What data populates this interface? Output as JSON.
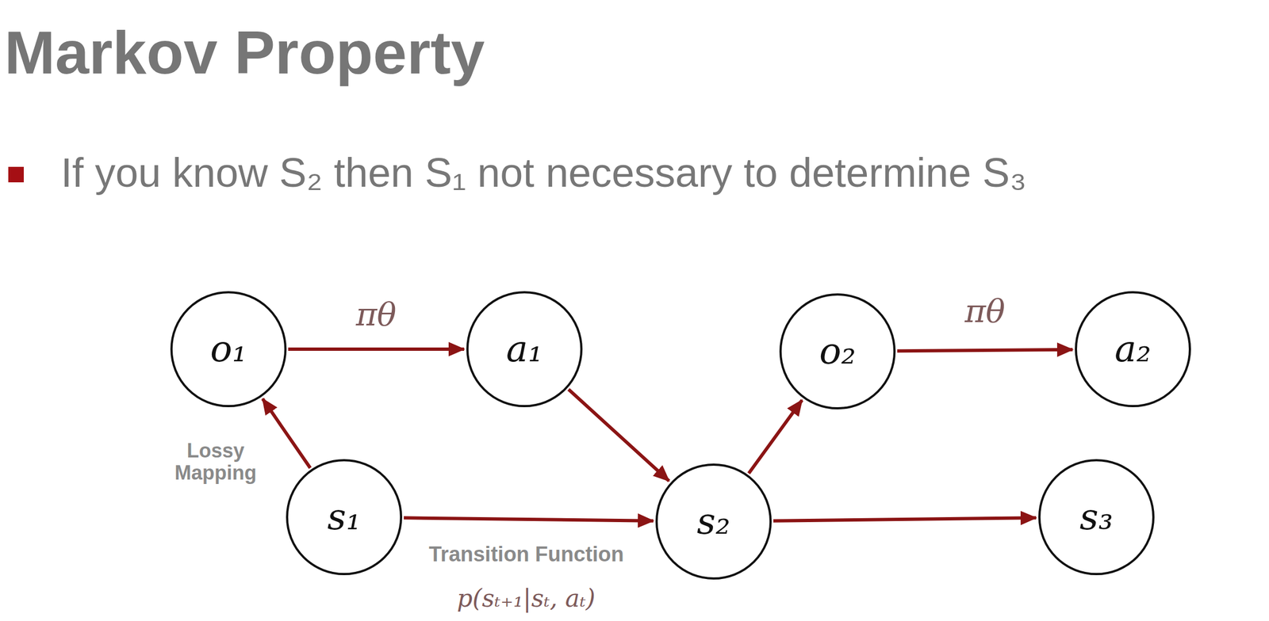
{
  "diagram": {
    "title": "Markov Property",
    "nodes": [
      {
        "text": [
          "o₁"
        ]
      },
      {
        "text": [
          "a₁"
        ]
      },
      {
        "text": [
          "o₂"
        ]
      },
      {
        "text": [
          "a₂"
        ]
      },
      {
        "text": [
          "s₁"
        ]
      },
      {
        "text": [
          "s₂"
        ]
      },
      {
        "text": [
          "s₃"
        ]
      }
    ],
    "edges": [
      {
        "from": 0,
        "to": 1,
        "arrow": "to",
        "label": "πθ"
      },
      {
        "from": 2,
        "to": 3,
        "arrow": "to",
        "label": "πθ"
      },
      {
        "from": 4,
        "to": 0,
        "arrow": "to",
        "label": "Lossy Mapping"
      },
      {
        "from": 1,
        "to": 5,
        "arrow": "to"
      },
      {
        "from": 4,
        "to": 5,
        "arrow": "to",
        "label": "Transition Function"
      },
      {
        "from": 5,
        "to": 2,
        "arrow": "to"
      },
      {
        "from": 5,
        "to": 6,
        "arrow": "to"
      }
    ],
    "labels": [
      "If you know S₂ then S₁ not necessary to determine S₃",
      "p(sₜ₊₁|sₜ, aₜ)"
    ]
  }
}
